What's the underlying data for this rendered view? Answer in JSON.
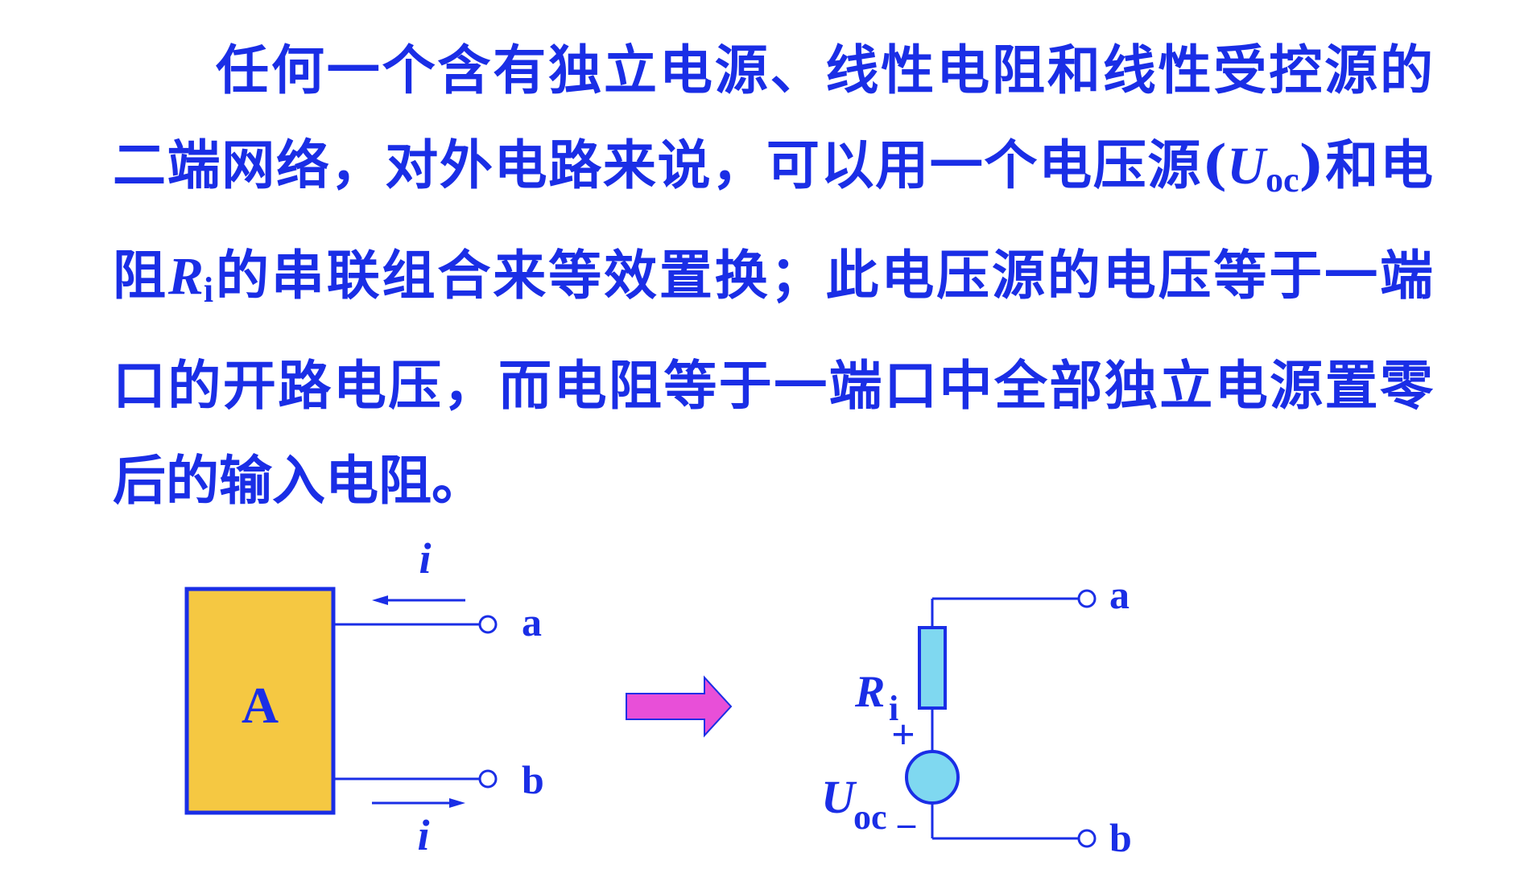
{
  "paragraph": {
    "line1": "任何一个含有独立电源、线性电阻和线性受控源的",
    "line2_pre": "二端网络，对外电路来说，可以用一个电压源(",
    "line2_sym": "U",
    "line2_sub": "oc",
    "line2_post": ")和电",
    "line3_pre": "阻",
    "line3_sym": "R",
    "line3_sub": "i",
    "line3_post": "的串联组合来等效置换；此电压源的电压等于一端",
    "line4": "口的开路电压，而电阻等于一端口中全部独立电源置零",
    "line5": "后的输入电阻。"
  },
  "left_circuit": {
    "box_label": "A",
    "terminal_a": "a",
    "terminal_b": "b",
    "current_top": "i",
    "current_bottom": "i"
  },
  "right_circuit": {
    "terminal_a": "a",
    "terminal_b": "b",
    "resistor_symbol": "R",
    "resistor_sub": "i",
    "source_symbol": "U",
    "source_sub": "oc",
    "plus_sign": "+",
    "minus_sign": "–"
  },
  "colors": {
    "text": "#1a2ee6",
    "wire": "#1a2ee6",
    "box_fill": "#f5c842",
    "resistor_fill": "#7fd8f0",
    "source_fill": "#7fd8f0",
    "arrow_fill": "#e84fd8"
  }
}
